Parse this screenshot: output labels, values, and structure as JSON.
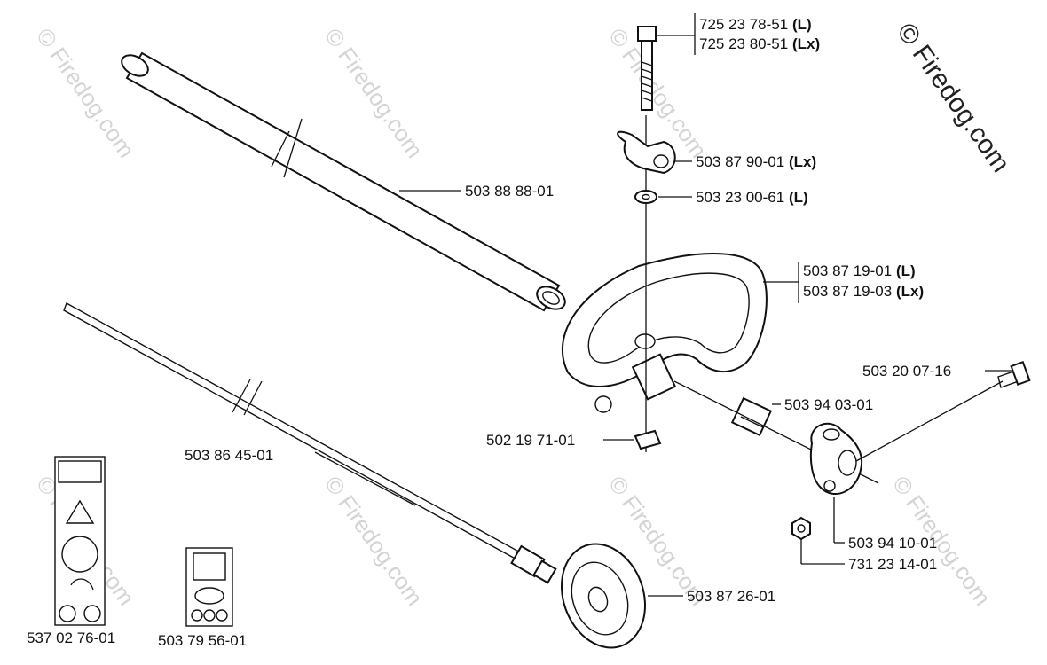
{
  "watermark": {
    "copyright_text": "© Firedog.com",
    "faded_text": "© Firedog.com"
  },
  "labels": {
    "bolt_l_number": "725 23 78-51",
    "bolt_l_suffix": "(L)",
    "bolt_lx_number": "725 23 80-51",
    "bolt_lx_suffix": "(Lx)",
    "wing_knob_number": "503 87 90-01",
    "wing_knob_suffix": "(Lx)",
    "washer_number": "503 23 00-61",
    "washer_suffix": "(L)",
    "shaft_tube": "503 88 88-01",
    "handle_l_number": "503 87 19-01",
    "handle_l_suffix": "(L)",
    "handle_lx_number": "503 87 19-03",
    "handle_lx_suffix": "(Lx)",
    "screw": "503 20 07-16",
    "bracket": "503 94 03-01",
    "square_nut": "502 19 71-01",
    "drive_shaft": "503 86 45-01",
    "clamp": "503 94 10-01",
    "hex_nut": "731 23 14-01",
    "guard": "503 87 26-01",
    "decal_left": "537 02 76-01",
    "decal_right": "503 79 56-01"
  }
}
